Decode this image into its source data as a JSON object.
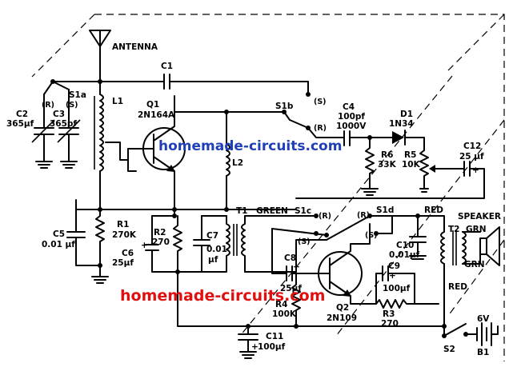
{
  "labels": {
    "antenna": "ANTENNA",
    "c1": "C1",
    "c2a": "C2",
    "c2b": "365µf",
    "c2r": "(R)",
    "c3a": "C3",
    "c3b": "365pf",
    "c3s": "(S)",
    "s1a": "S1a",
    "l1": "L1",
    "q1a": "Q1",
    "q1b": "2N164A",
    "s1b": "S1b",
    "s1b_s": "(S)",
    "s1b_r": "(R)",
    "c4a": "C4",
    "c4b": "100pf",
    "c4c": "1000V",
    "d1a": "D1",
    "d1b": "1N34",
    "r6a": "R6",
    "r6b": "33K",
    "r5a": "R5",
    "r5b": "10K",
    "c12a": "C12",
    "c12b": "25 µf",
    "l2": "L2",
    "t1": "T1",
    "green": "GREEN",
    "s1c": "S1c",
    "s1c_r": "(R)",
    "s1c_s": "(S)",
    "s1d": "S1d",
    "s1d_r": "(R)",
    "s1d_s": "(S)",
    "red_top": "RED",
    "speaker": "SPEAKER",
    "t2": "T2",
    "grn1": "GRN",
    "grn2": "GRN",
    "red_bottom": "RED",
    "c5a": "C5",
    "c5b": "0.01 µf",
    "r1a": "R1",
    "r1b": "270K",
    "r2a": "R2",
    "r2b": "270",
    "c6a": "C6",
    "c6b": "25µf",
    "c7a": "C7",
    "c7b": "0.01",
    "c7c": "µf",
    "c8a": "C8",
    "c8b": "25µf",
    "c10a": "C10",
    "c10b": "0.01µf",
    "c9a": "C9",
    "c9b": "100µf",
    "r3a": "R3",
    "r3b": "270",
    "r4a": "R4",
    "r4b": "100K",
    "q2a": "Q2",
    "q2b": "2N109",
    "c11a": "C11",
    "c11b": "100µf",
    "s2": "S2",
    "v6": "6V",
    "b1": "B1",
    "plus_c6": "+",
    "plus_c8": "+",
    "plus_c9": "+",
    "plus_c11": "+",
    "plus_c12": "+"
  },
  "watermarks": {
    "top": "homemade-circuits.com",
    "bottom": "homemade-circuits.com"
  },
  "colors": {
    "ink": "#000000",
    "watermark_blue": "#1f3fb8",
    "watermark_red": "#e01010"
  }
}
